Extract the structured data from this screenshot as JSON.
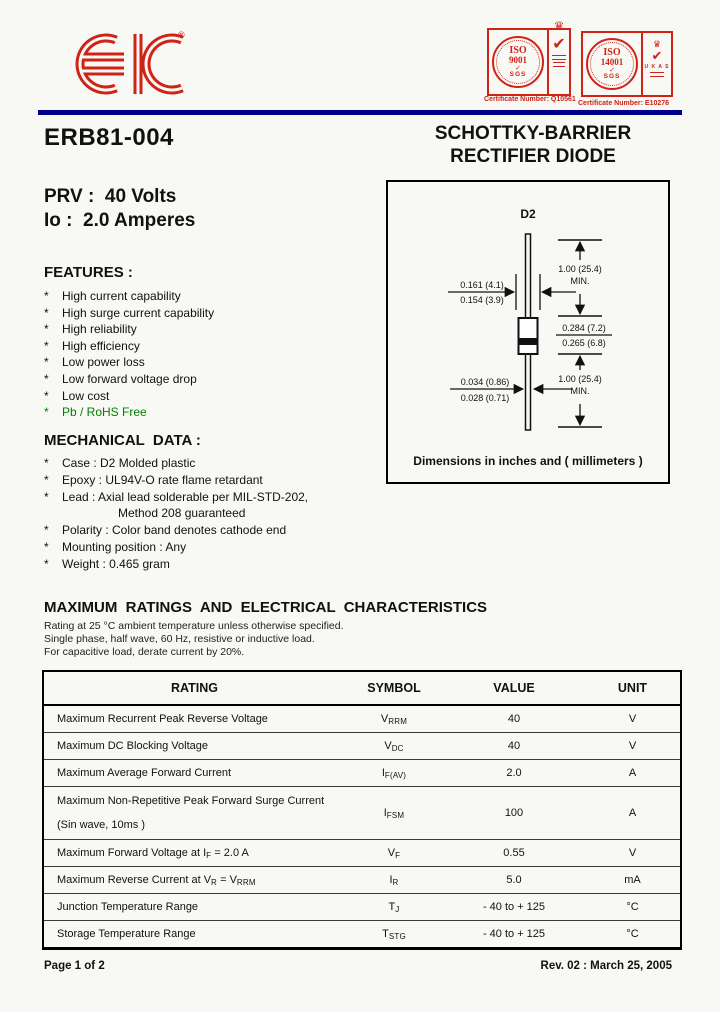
{
  "colors": {
    "accent_red": "#cf2318",
    "navy_rule": "#00008b",
    "green": "#008000",
    "page_bg": "#f8f8f4"
  },
  "header": {
    "logo_text": "EIC",
    "reg_mark": "®",
    "badges": [
      {
        "iso_line1": "ISO",
        "iso_line2": "9001",
        "org": "SGS",
        "seal_check": "✓",
        "crown": "♛",
        "big_check": "✔",
        "cert": "Certificate Number: Q10561",
        "side_label": ""
      },
      {
        "iso_line1": "ISO",
        "iso_line2": "14001",
        "org": "SGS",
        "seal_check": "✓",
        "crown": "♛",
        "big_check": "✔",
        "cert": "Certificate Number: E10276",
        "side_label": "U K A S"
      }
    ]
  },
  "title": {
    "part_number": "ERB81-004",
    "product_line1": "SCHOTTKY-BARRIER",
    "product_line2": "RECTIFIER DIODE",
    "prv": "PRV :  40 Volts",
    "io": "Io :  2.0 Amperes"
  },
  "features": {
    "heading": "FEATURES :",
    "bullet": "*",
    "items": [
      "High current capability",
      "High surge current capability",
      "High reliability",
      "High efficiency",
      "Low power loss",
      "Low forward voltage drop",
      "Low cost",
      "Pb / RoHS Free"
    ]
  },
  "mechanical": {
    "heading": "MECHANICAL  DATA :",
    "bullet": "*",
    "items": [
      "Case : D2  Molded plastic",
      "Epoxy : UL94V-O rate flame retardant",
      "Lead : Axial lead solderable per MIL-STD-202,",
      "Polarity : Color band denotes cathode end",
      "Mounting  position : Any",
      "Weight : 0.465  gram"
    ],
    "lead_continuation": "Method 208 guaranteed"
  },
  "package": {
    "name": "D2",
    "caption": "Dimensions in inches and ( millimeters )",
    "dims": {
      "body_width_max": "0.161 (4.1)",
      "body_width_min": "0.154 (3.9)",
      "lead_top_len": "1.00 (25.4)",
      "lead_top_min": "MIN.",
      "body_len_max": "0.284 (7.2)",
      "body_len_min": "0.265 (6.8)",
      "lead_dia_max": "0.034 (0.86)",
      "lead_dia_min": "0.028 (0.71)",
      "lead_bot_len": "1.00 (25.4)",
      "lead_bot_min": "MIN."
    }
  },
  "ratings": {
    "heading": "MAXIMUM  RATINGS  AND  ELECTRICAL  CHARACTERISTICS",
    "notes": [
      "Rating at  25 °C ambient temperature unless otherwise specified.",
      "Single phase, half wave, 60 Hz, resistive or inductive load.",
      "For capacitive load, derate current by 20%."
    ],
    "table": {
      "headers": [
        "RATING",
        "SYMBOL",
        "VALUE",
        "UNIT"
      ],
      "rows": [
        {
          "rating": "Maximum Recurrent Peak Reverse Voltage",
          "sym": [
            "V",
            "RRM"
          ],
          "value": "40",
          "unit": "V"
        },
        {
          "rating": "Maximum DC Blocking Voltage",
          "sym": [
            "V",
            "DC"
          ],
          "value": "40",
          "unit": "V"
        },
        {
          "rating": "Maximum Average Forward Current",
          "sym": [
            "I",
            "F(AV)"
          ],
          "value": "2.0",
          "unit": "A"
        },
        {
          "rating": "Maximum Non-Repetitive Peak Forward Surge Current",
          "rating2": "(Sin wave, 10ms )",
          "sym": [
            "I",
            "FSM"
          ],
          "value": "100",
          "unit": "A"
        },
        {
          "r1": "Maximum Forward Voltage at I",
          "rs1": "F",
          "r2": " = 2.0 A",
          "sym": [
            "V",
            "F"
          ],
          "value": "0.55",
          "unit": "V"
        },
        {
          "r1": "Maximum Reverse Current at V",
          "rs1": "R",
          "r2": " = V",
          "rs2": "RRM",
          "sym": [
            "I",
            "R"
          ],
          "value": "5.0",
          "unit": "mA"
        },
        {
          "rating": "Junction Temperature Range",
          "sym": [
            "T",
            "J"
          ],
          "value": "- 40 to + 125",
          "unit": "°C"
        },
        {
          "rating": "Storage Temperature Range",
          "sym": [
            "T",
            "STG"
          ],
          "value": "- 40 to + 125",
          "unit": "°C"
        }
      ]
    }
  },
  "footer": {
    "page": "Page 1 of 2",
    "rev": "Rev. 02 : March 25, 2005"
  }
}
